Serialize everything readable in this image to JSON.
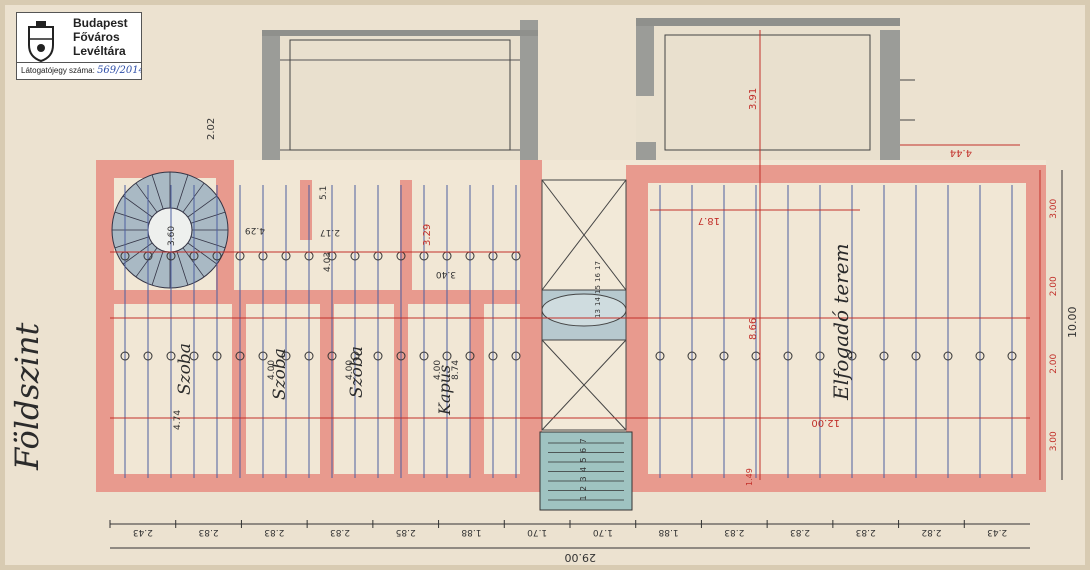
{
  "stamp": {
    "line1": "Budapest",
    "line2": "Főváros",
    "line3": "Levéltára",
    "visitor_label": "Látogatójegy száma:",
    "visitor_number": "569/2014"
  },
  "plan": {
    "floor_title": "Földszint",
    "rooms": [
      "Szoba",
      "Szoba",
      "Szoba",
      "Kapus",
      "Elfogadó terem"
    ],
    "room_dims_vertical": [
      "4.74",
      "4.00",
      "4.00",
      "4.00",
      "8.74"
    ],
    "top_dims": [
      "2.02",
      "3.91",
      "2.17",
      "4.29",
      "5.1",
      "18.7",
      "4.44"
    ],
    "mid_dims": [
      "3.29",
      "3.40",
      "3.60",
      "4.03",
      "12.00",
      "8.66",
      "1.49"
    ],
    "bottom_dims": [
      "2.43",
      "2.83",
      "2.83",
      "2.83",
      "2.85",
      "1.88",
      "1.70",
      "1.70",
      "1.88",
      "2.83",
      "2.83",
      "2.83",
      "2.82",
      "2.43"
    ],
    "total_width": "29.00",
    "right_dims": [
      "3.00",
      "2.00",
      "2.00",
      "3.00"
    ],
    "total_depth": "10.00",
    "stair_steps": [
      "1",
      "2",
      "3",
      "4",
      "5",
      "6",
      "7"
    ],
    "stair_small": [
      "13",
      "14",
      "15",
      "16",
      "17"
    ]
  }
}
